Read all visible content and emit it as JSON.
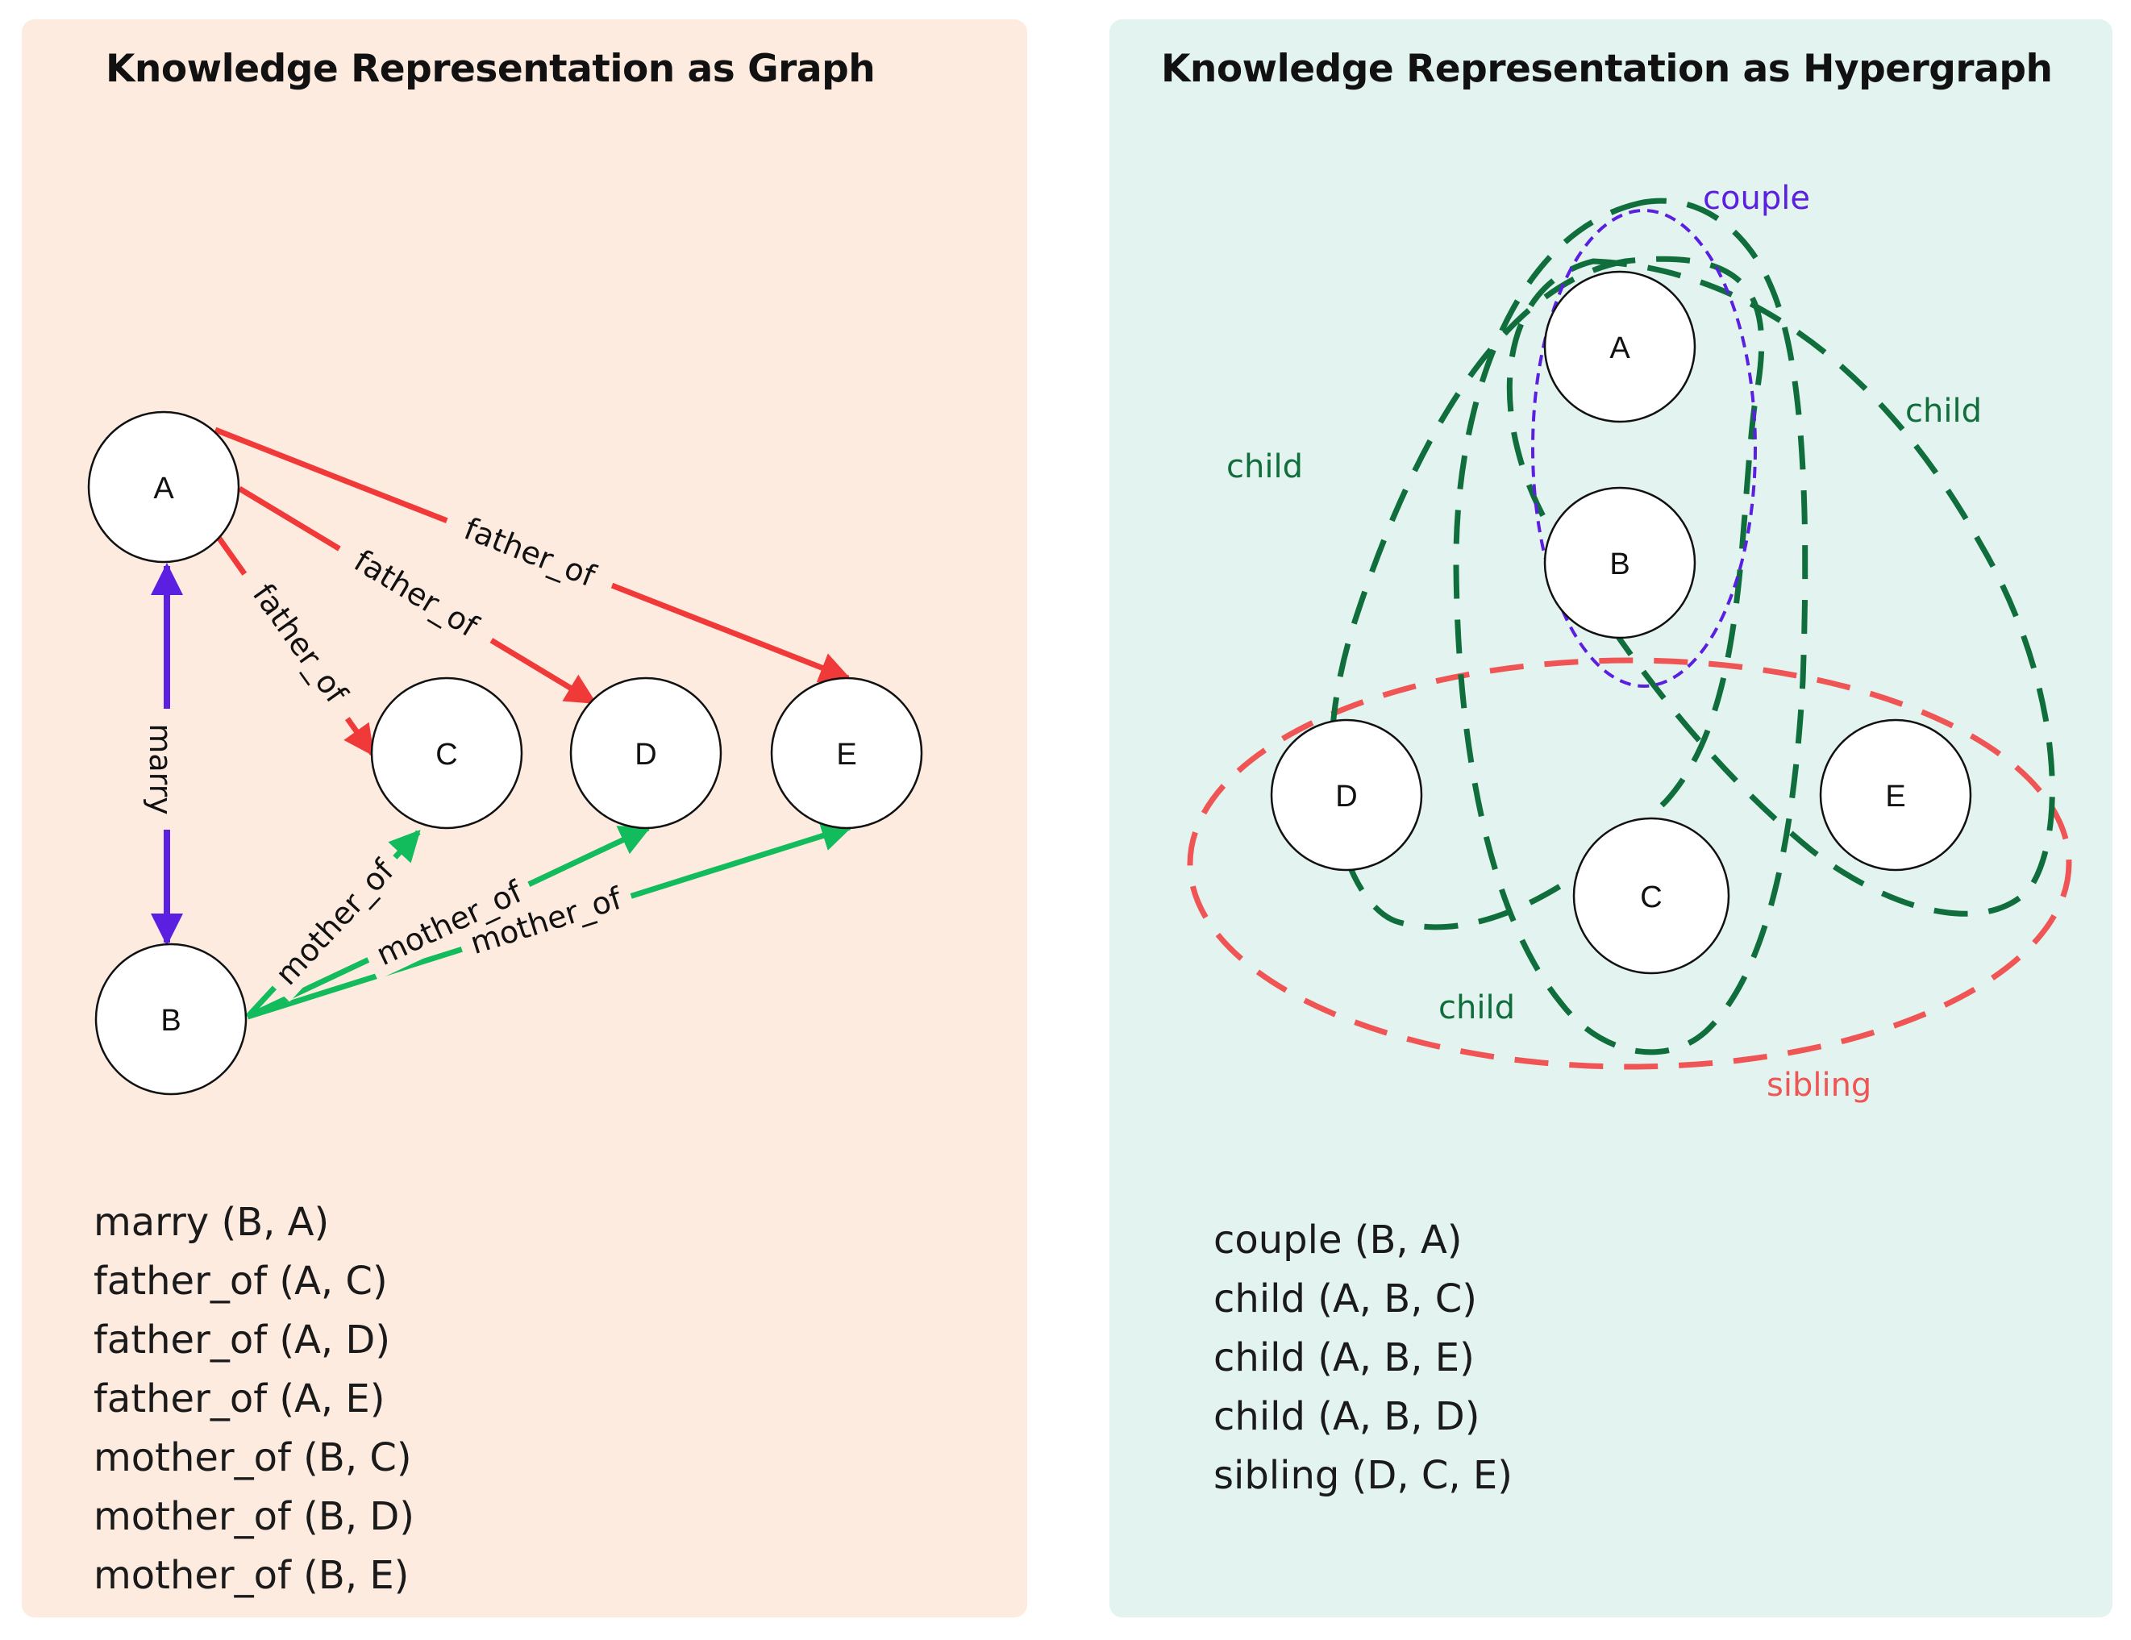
{
  "graph": {
    "title": "Knowledge Representation as Graph",
    "nodes": {
      "A": "A",
      "B": "B",
      "C": "C",
      "D": "D",
      "E": "E"
    },
    "edges": {
      "marry": "marry",
      "father_of_c": "father_of",
      "father_of_d": "father_of",
      "father_of_e": "father_of",
      "mother_of_c": "mother_of",
      "mother_of_d": "mother_of",
      "mother_of_e": "mother_of"
    },
    "facts": [
      "marry (B, A)",
      "father_of (A, C)",
      "father_of (A, D)",
      "father_of (A, E)",
      "mother_of (B, C)",
      "mother_of (B, D)",
      "mother_of (B, E)"
    ]
  },
  "hypergraph": {
    "title": "Knowledge Representation as Hypergraph",
    "nodes": {
      "A": "A",
      "B": "B",
      "C": "C",
      "D": "D",
      "E": "E"
    },
    "hyperedges": {
      "couple": "couple",
      "child_left": "child",
      "child_right": "child",
      "child_bottom": "child",
      "sibling": "sibling"
    },
    "facts": [
      "couple (B, A)",
      "child (A, B, C)",
      "child (A, B, E)",
      "child (A, B, D)",
      "sibling (D, C, E)"
    ]
  },
  "colors": {
    "marry": "#5a1fe0",
    "father": "#f03a3a",
    "mother": "#12bb5c",
    "couple": "#5a1fe0",
    "child": "#0f6e3c",
    "sibling": "#f05555"
  }
}
